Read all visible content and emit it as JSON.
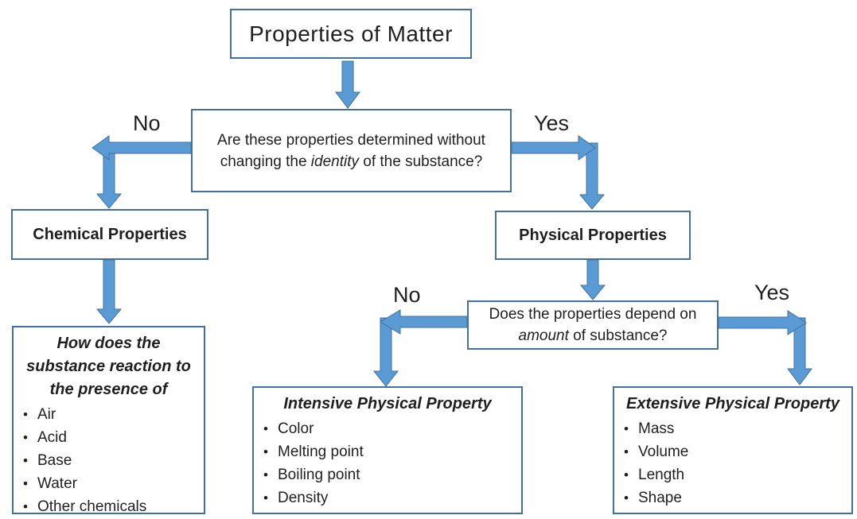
{
  "colors": {
    "arrow_fill": "#5B9BD5",
    "arrow_outline": "#41719C",
    "box_border": "#44719C",
    "text": "#1f1f1f"
  },
  "root": {
    "title": "Properties of Matter"
  },
  "decision1": {
    "pre": "Are these properties determined without changing the ",
    "em": "identity",
    "post": " of the substance?",
    "no_label": "No",
    "yes_label": "Yes"
  },
  "chemical": {
    "label": "Chemical Properties"
  },
  "physical": {
    "label": "Physical Properties"
  },
  "decision2": {
    "pre": "Does the properties depend on ",
    "em": "amount",
    "post": " of substance?",
    "no_label": "No",
    "yes_label": "Yes"
  },
  "chemical_detail": {
    "title": "How does the substance reaction to the presence of",
    "bullet": "•",
    "items": [
      "Air",
      "Acid",
      "Base",
      "Water",
      "Other chemicals"
    ]
  },
  "intensive": {
    "title": "Intensive Physical Property",
    "bullet": "•",
    "items": [
      "Color",
      "Melting point",
      "Boiling point",
      "Density"
    ]
  },
  "extensive": {
    "title": "Extensive Physical Property",
    "bullet": "•",
    "items": [
      "Mass",
      "Volume",
      "Length",
      "Shape"
    ]
  }
}
